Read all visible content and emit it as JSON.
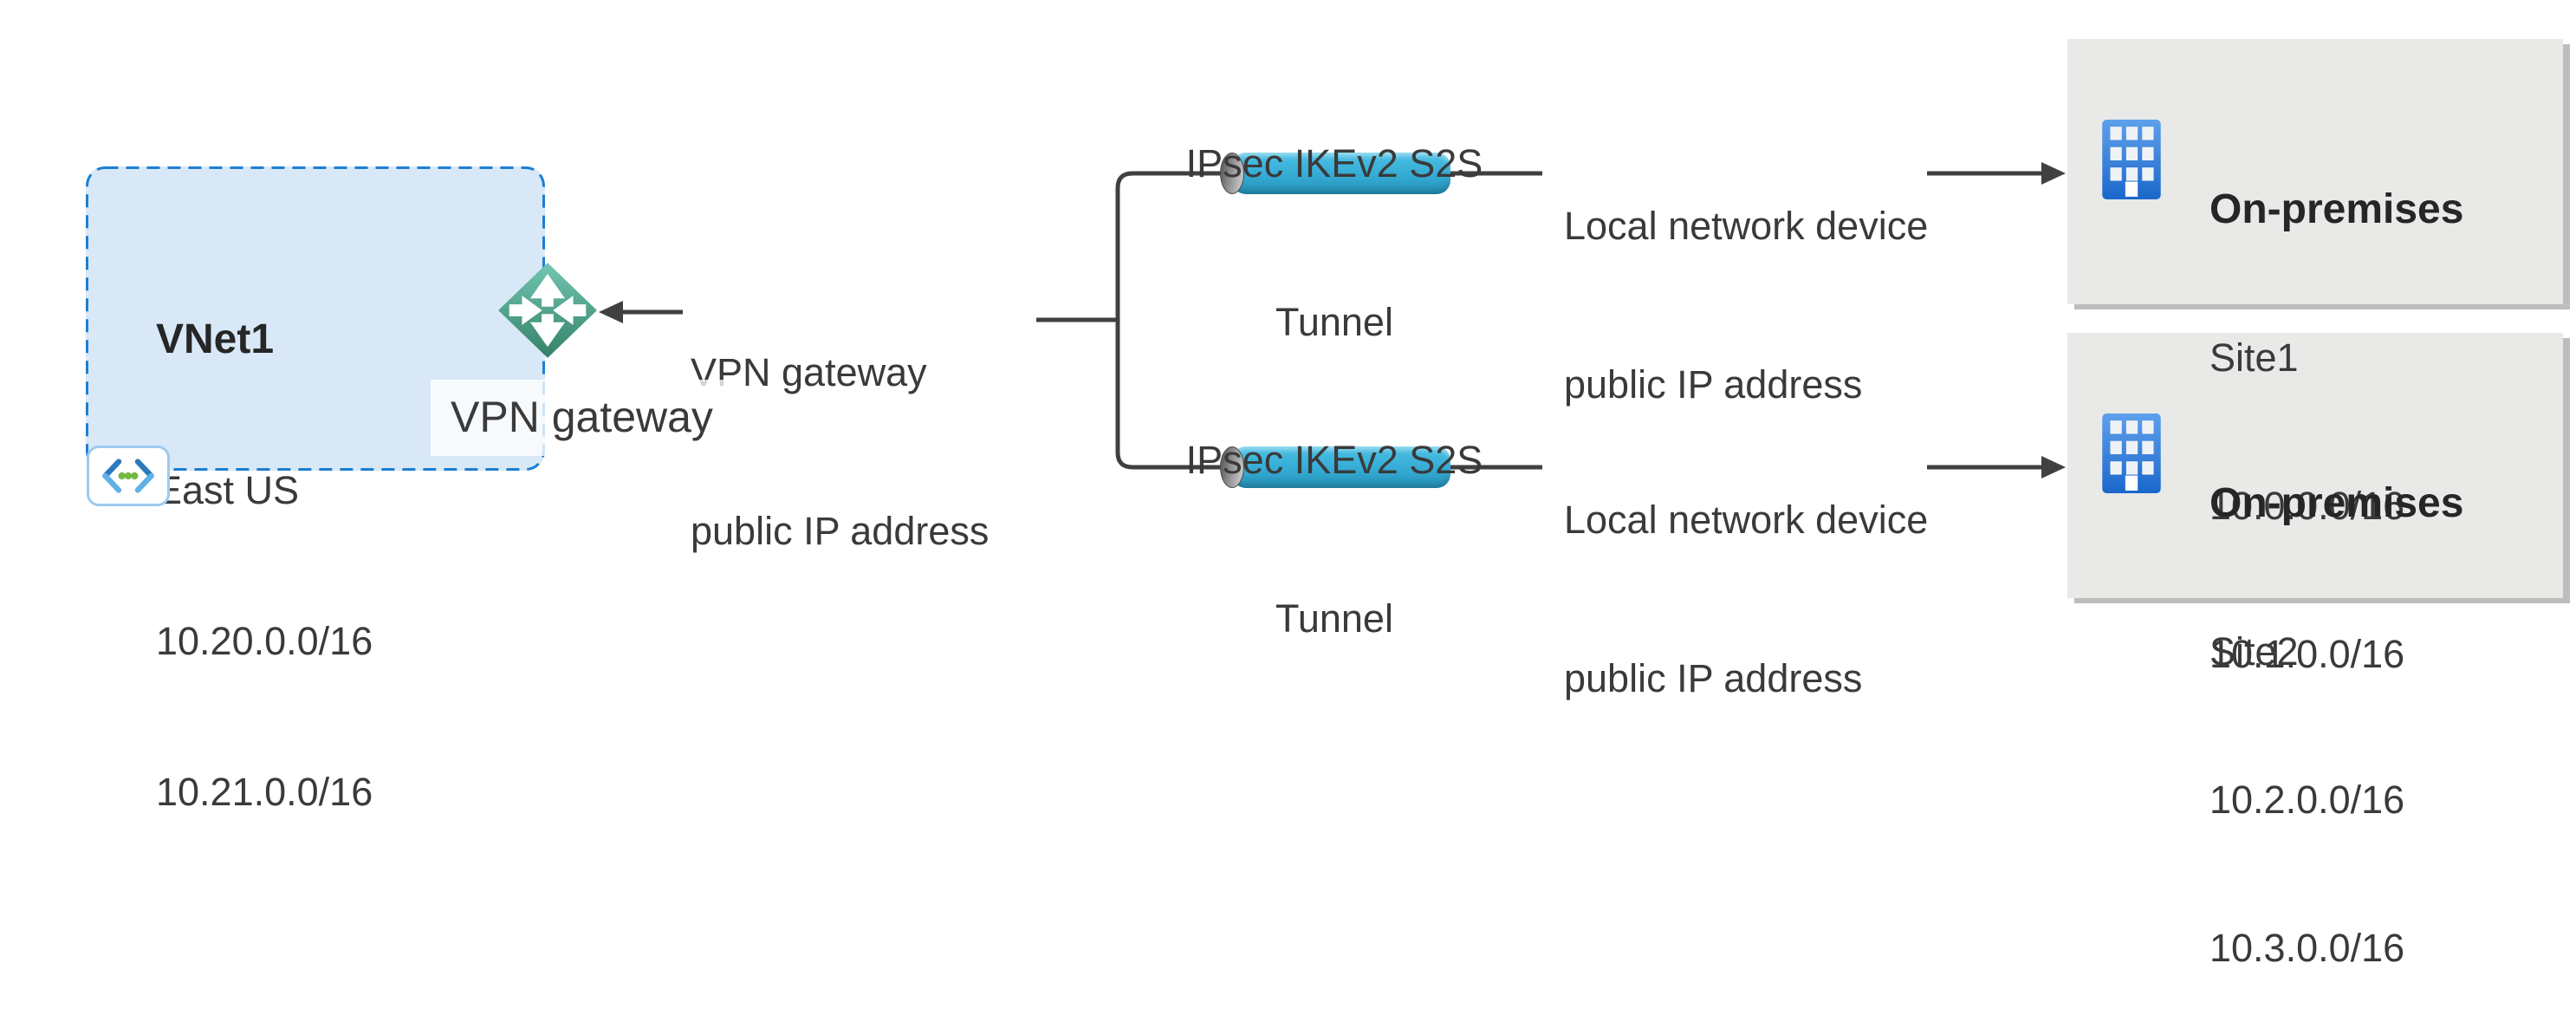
{
  "colors": {
    "line": "#404040",
    "text": "#3a3a3a",
    "text_dark": "#262626",
    "vnet_fill": "#d9e8f7",
    "vnet_border": "#1b7fd4",
    "tunnel_top": "#4cc0e4",
    "tunnel_mid": "#35abd4",
    "tunnel_bottom": "#2693ba",
    "diamond_light": "#72c6b1",
    "diamond_dark": "#358169",
    "site_bg": "#e9e9e7",
    "site_shadow": "#bdbdbb",
    "building_top": "#5fa0ec",
    "building_bottom": "#1a67cb",
    "vnet_icon_dark": "#2b79bd",
    "vnet_icon_light": "#5fb2e6",
    "vnet_icon_green": "#72b842"
  },
  "vnet": {
    "name": "VNet1",
    "region": "East US",
    "prefix1": "10.20.0.0/16",
    "prefix2": "10.21.0.0/16",
    "gateway_label": "VPN gateway"
  },
  "gateway_ip_label": {
    "line1": "VPN gateway",
    "line2": "public IP address"
  },
  "tunnels": [
    {
      "title_line1": "IPsec IKEv2 S2S",
      "title_line2": "Tunnel",
      "device_line1": "Local network device",
      "device_line2": "public IP address"
    },
    {
      "title_line1": "IPsec IKEv2 S2S",
      "title_line2": "Tunnel",
      "device_line1": "Local network device",
      "device_line2": "public IP address"
    }
  ],
  "sites": [
    {
      "title": "On-premises",
      "name": "Site1",
      "prefix1": "10.0.0.0/16",
      "prefix2": "10.1.0.0/16"
    },
    {
      "title": "On-premises",
      "name": "Site2",
      "prefix1": "10.2.0.0/16",
      "prefix2": "10.3.0.0/16"
    }
  ],
  "icons": {
    "gateway": "vpn-gateway-diamond-icon",
    "vnet": "virtual-network-icon",
    "building": "building-icon",
    "tunnel": "tunnel-cylinder"
  }
}
